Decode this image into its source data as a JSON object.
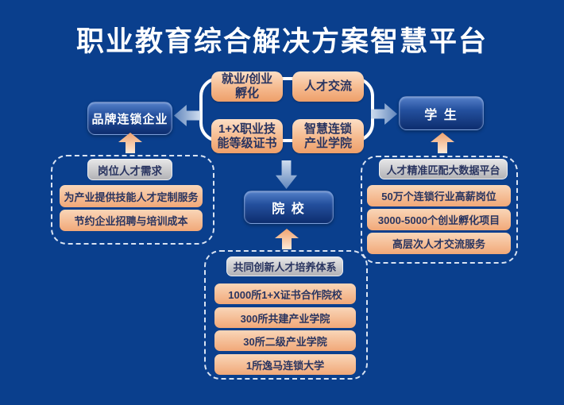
{
  "title": "职业教育综合解决方案智慧平台",
  "palette": {
    "background": "#0a3f8d",
    "title_text": "#ffffff",
    "hub_box_orange": "#f2ab7b",
    "panel_row_orange": "#f5c49c",
    "panel_header_gray": "#c6c6c9",
    "node_button_blue": "#1c4494",
    "arrow_blue": "#89a7d2",
    "arrow_orange": "#f4b98d",
    "dashed_border": "#d9e3f2",
    "dark_text": "#293460",
    "hub_loop": "#ffffff"
  },
  "hub": {
    "items": [
      {
        "label": "就业/创业\n孵化"
      },
      {
        "label": "人才交流"
      },
      {
        "label": "1+X职业技\n能等级证书"
      },
      {
        "label": "智慧连锁\n产业学院"
      }
    ]
  },
  "nodes": {
    "enterprise": {
      "label": "品牌连锁企业"
    },
    "student": {
      "label": "学 生"
    },
    "college": {
      "label": "院 校"
    }
  },
  "panels": {
    "left": {
      "header": "岗位人才需求",
      "rows": [
        "为产业提供技能人才定制服务",
        "节约企业招聘与培训成本"
      ]
    },
    "right": {
      "header": "人才精准匹配大数据平台",
      "rows": [
        "50万个连锁行业高薪岗位",
        "3000-5000个创业孵化项目",
        "高层次人才交流服务"
      ]
    },
    "bottom": {
      "header": "共同创新人才培养体系",
      "rows": [
        "1000所1+X证书合作院校",
        "300所共建产业学院",
        "30所二级产业学院",
        "1所逸马连锁大学"
      ]
    }
  }
}
